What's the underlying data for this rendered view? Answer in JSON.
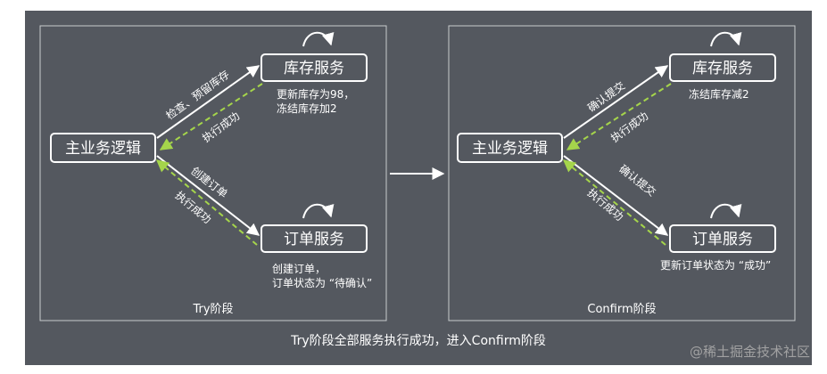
{
  "colors": {
    "background": "#54585f",
    "panel_border": "#c9cbce",
    "text": "#ffffff",
    "dashed_arrow": "#a5d54b",
    "watermark": "#aaaaaa"
  },
  "left_panel": {
    "label": "Try阶段",
    "main_box": "主业务逻辑",
    "inventory_box": "库存服务",
    "order_box": "订单服务",
    "to_inventory_label": "检查、预留库存",
    "from_inventory_label": "执行成功",
    "inventory_note_line1": "更新库存为98，",
    "inventory_note_line2": "冻结库存加2",
    "to_order_label": "创建订单",
    "from_order_label": "执行成功",
    "order_note_line1": "创建订单，",
    "order_note_line2": "订单状态为 “待确认”"
  },
  "right_panel": {
    "label": "Confirm阶段",
    "main_box": "主业务逻辑",
    "inventory_box": "库存服务",
    "order_box": "订单服务",
    "to_inventory_label": "确认提交",
    "from_inventory_label": "执行成功",
    "inventory_note": "冻结库存减2",
    "to_order_label": "确认提交",
    "from_order_label": "执行成功",
    "order_note": "更新订单状态为 “成功”"
  },
  "caption": "Try阶段全部服务执行成功，进入Confirm阶段",
  "watermark": "@稀土掘金技术社区"
}
